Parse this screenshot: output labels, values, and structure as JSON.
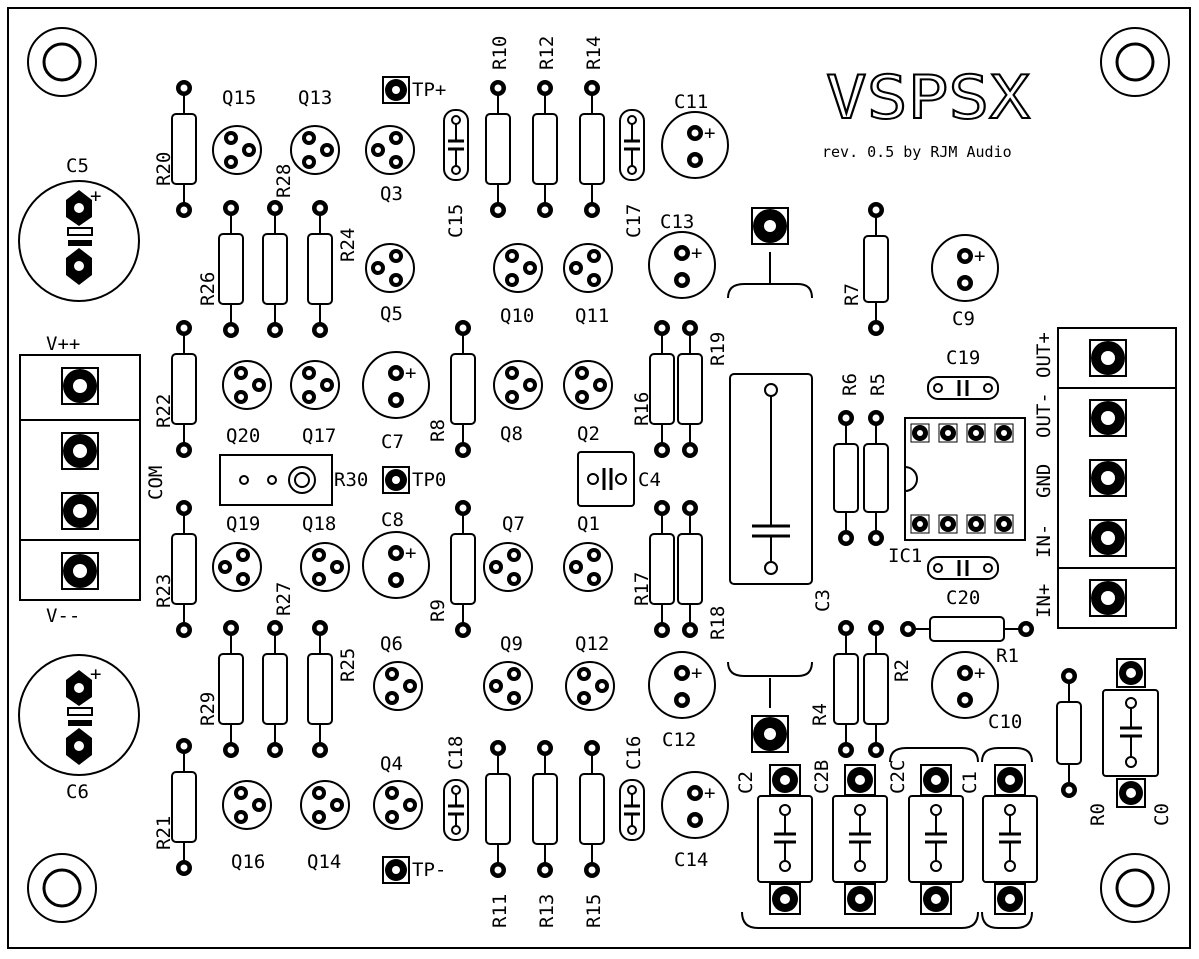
{
  "board": {
    "title": "VSPSX",
    "subtitle": "rev. 0.5 by RJM Audio"
  },
  "labels": {
    "C5": "C5",
    "C6": "C6",
    "Vpp": "V++",
    "Vmm": "V--",
    "COM": "COM",
    "R20": "R20",
    "R22": "R22",
    "R23": "R23",
    "R21": "R21",
    "R26": "R26",
    "R28": "R28",
    "R24": "R24",
    "R29": "R29",
    "R27": "R27",
    "R25": "R25",
    "Q15": "Q15",
    "Q13": "Q13",
    "Q3": "Q3",
    "Q5": "Q5",
    "Q20": "Q20",
    "Q17": "Q17",
    "Q19": "Q19",
    "Q18": "Q18",
    "Q16": "Q16",
    "Q14": "Q14",
    "Q6": "Q6",
    "Q4": "Q4",
    "Q10": "Q10",
    "Q11": "Q11",
    "Q8": "Q8",
    "Q2": "Q2",
    "Q7": "Q7",
    "Q1": "Q1",
    "Q9": "Q9",
    "Q12": "Q12",
    "TPp": "TP+",
    "TP0": "TP0",
    "TPm": "TP-",
    "C15": "C15",
    "C17": "C17",
    "C18": "C18",
    "C16": "C16",
    "R10": "R10",
    "R12": "R12",
    "R14": "R14",
    "R11": "R11",
    "R13": "R13",
    "R15": "R15",
    "C11": "C11",
    "C13": "C13",
    "C12": "C12",
    "C14": "C14",
    "C7": "C7",
    "C8": "C8",
    "R8": "R8",
    "R9": "R9",
    "R30": "R30",
    "C4": "C4",
    "R16": "R16",
    "R19": "R19",
    "R17": "R17",
    "R18": "R18",
    "C3": "C3",
    "R7": "R7",
    "C9": "C9",
    "R6": "R6",
    "R5": "R5",
    "C19": "C19",
    "C20": "C20",
    "IC1": "IC1",
    "R1": "R1",
    "R2": "R2",
    "R4": "R4",
    "C10": "C10",
    "C2": "C2",
    "C2B": "C2B",
    "C2C": "C2C",
    "C1": "C1",
    "R0": "R0",
    "C0": "C0",
    "OUTp": "OUT+",
    "OUTm": "OUT-",
    "GND": "GND",
    "INm": "IN-",
    "INp": "IN+"
  }
}
